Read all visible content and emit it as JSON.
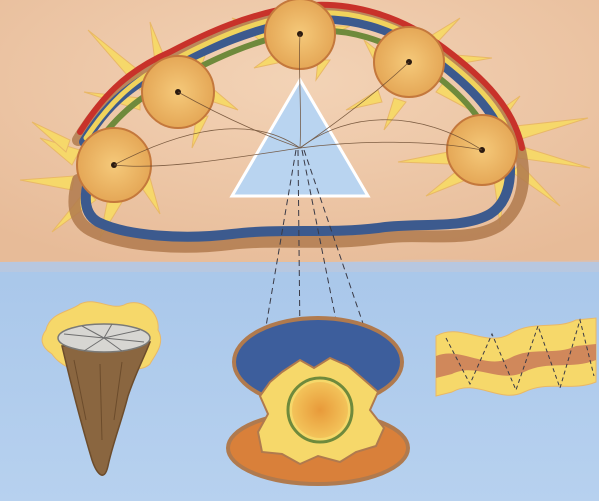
{
  "artwork": {
    "colors": {
      "sky_peach": "#ecc6a6",
      "sea_blue": "#a8c6e8",
      "sun_yellow": "#f6d86a",
      "sun_orange": "#e9b15a",
      "band_red": "#c8322a",
      "band_green": "#6f8a3c",
      "band_navy": "#3c5a8e",
      "band_brown": "#b07a4e",
      "prism_blue": "#b9d4f0",
      "shell_navy": "#3d5e9c",
      "shell_orange": "#d9803a",
      "root_brown": "#8a6640"
    },
    "elements": [
      "rainbow-arch",
      "sun-disc-1",
      "sun-disc-2",
      "sun-disc-3",
      "sun-disc-4",
      "sun-disc-5",
      "prism-triangle",
      "root-stump",
      "open-shell-with-gear",
      "wave-ribbon"
    ]
  }
}
